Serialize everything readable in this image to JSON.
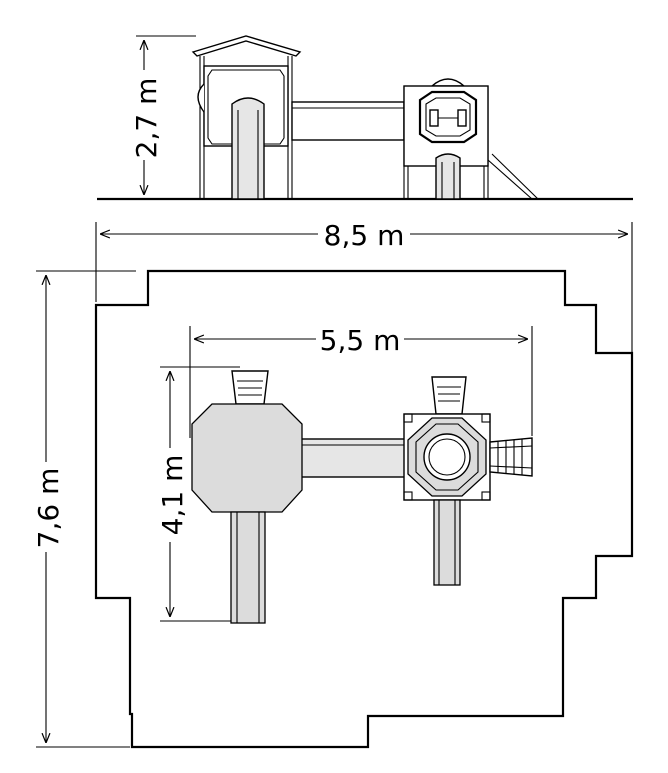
{
  "dimensions": {
    "height_label": "2,7 m",
    "width_total_label": "8,5 m",
    "width_inner_label": "5,5 m",
    "depth_total_label": "7,6 m",
    "depth_inner_label": "4,1 m"
  },
  "colors": {
    "line": "#000000",
    "fill_gray": "#e6e6e6",
    "background": "#ffffff"
  }
}
